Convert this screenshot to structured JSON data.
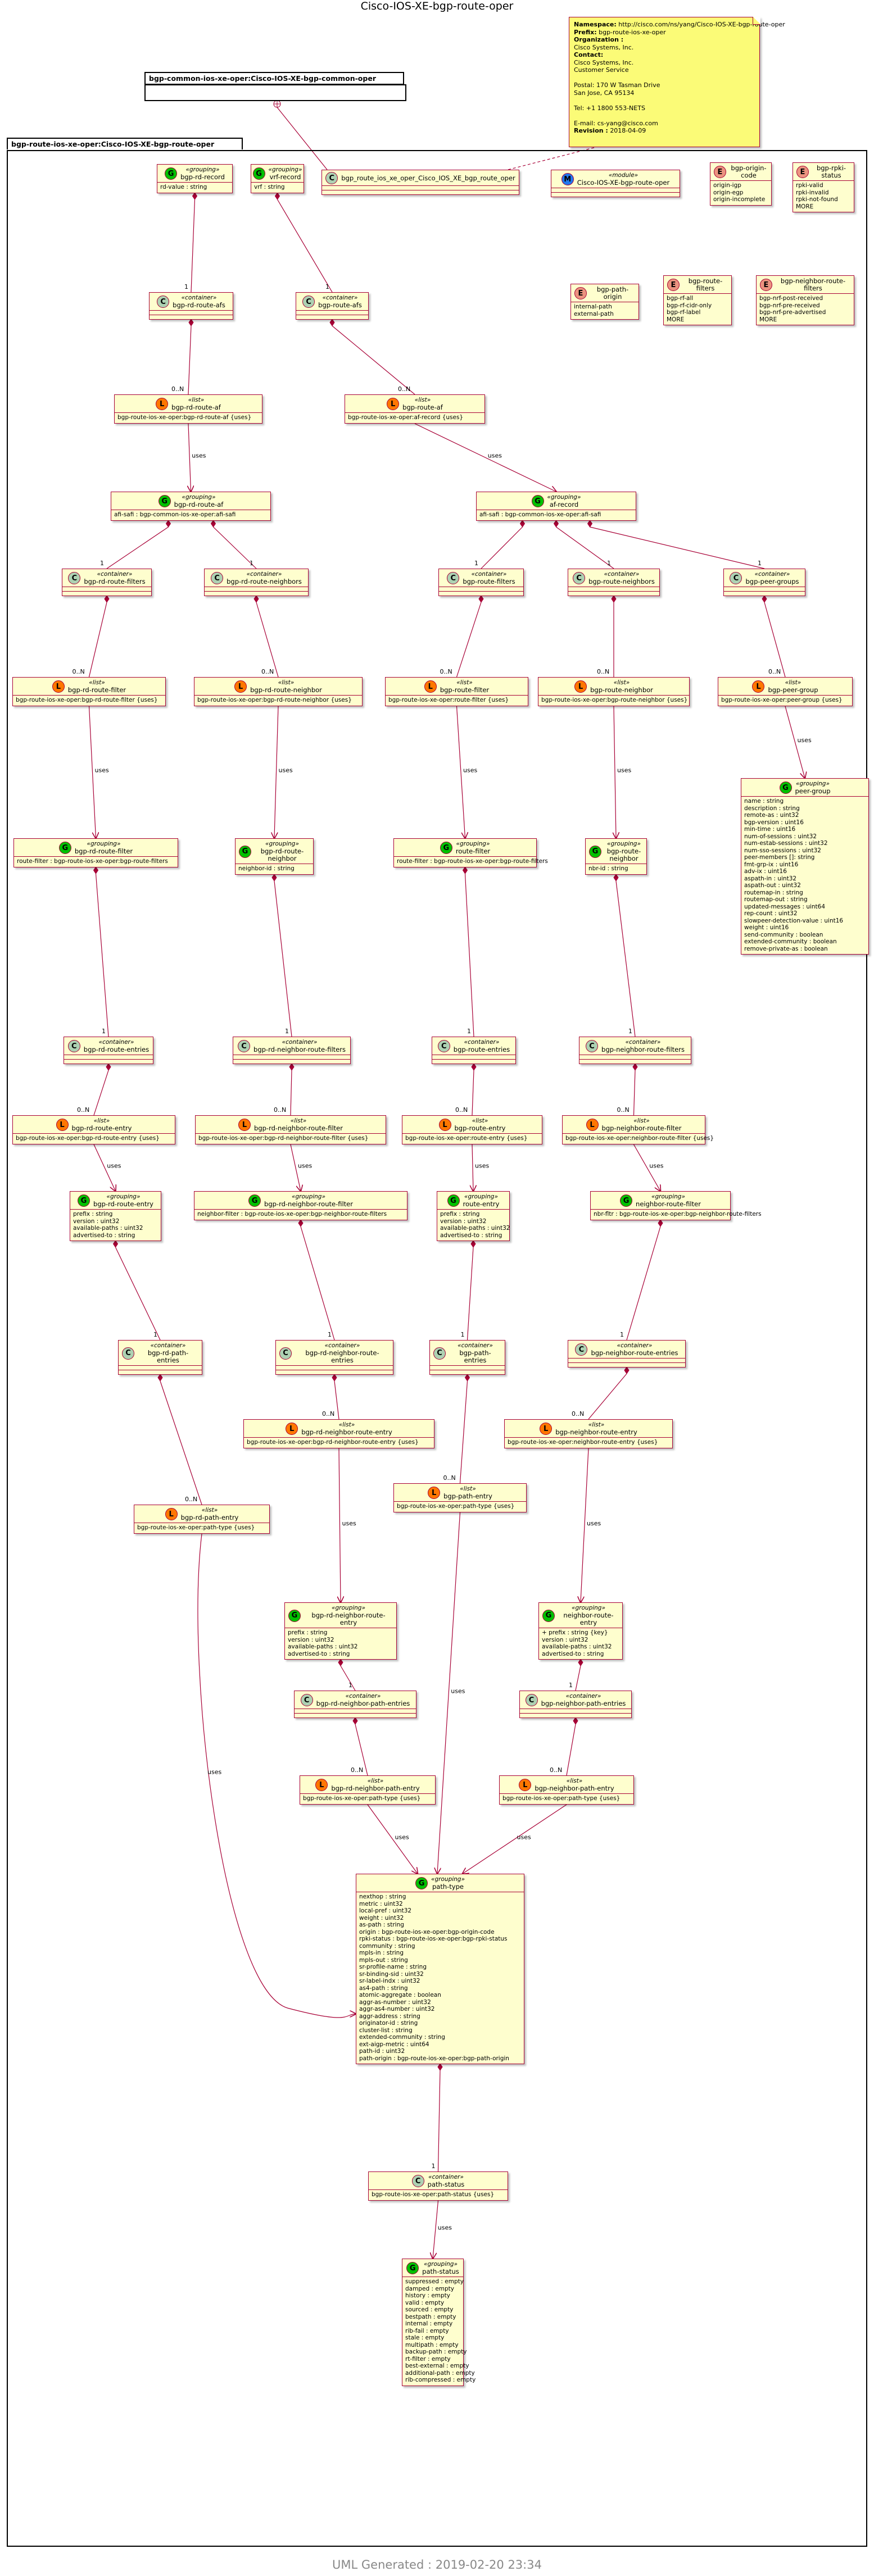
{
  "title": "Cisco-IOS-XE-bgp-route-oper",
  "footer": "UML Generated : 2019-02-20 23:34",
  "packages": {
    "common": "bgp-common-ios-xe-oper:Cisco-IOS-XE-bgp-common-oper",
    "main": "bgp-route-ios-xe-oper:Cisco-IOS-XE-bgp-route-oper"
  },
  "note": {
    "namespace_label": "Namespace:",
    "namespace": "http://cisco.com/ns/yang/Cisco-IOS-XE-bgp-route-oper",
    "prefix_label": "Prefix:",
    "prefix": "bgp-route-ios-xe-oper",
    "org_label": "Organization :",
    "lines": [
      "Cisco Systems, Inc."
    ],
    "contact_label": "Contact:",
    "contact_lines": [
      "Cisco Systems, Inc.",
      "Customer Service",
      "",
      "Postal: 170 W Tasman Drive",
      "San Jose, CA 95134",
      "",
      "Tel: +1 1800 553-NETS",
      "",
      "E-mail: cs-yang@cisco.com"
    ],
    "revision_label": "Revision :",
    "revision": "2018-04-09"
  },
  "nodes": {
    "bgp_rd_record": {
      "kind": "G",
      "stereo": "«grouping»",
      "name": "bgp-rd-record",
      "attrs": [
        "rd-value : string"
      ]
    },
    "vrf_record": {
      "kind": "G",
      "stereo": "«grouping»",
      "name": "vrf-record",
      "attrs": [
        "vrf : string"
      ]
    },
    "root_class": {
      "kind": "C",
      "name": "bgp_route_ios_xe_oper_Cisco_IOS_XE_bgp_route_oper"
    },
    "module": {
      "kind": "M",
      "stereo": "«module»",
      "name": "Cisco-IOS-XE-bgp-route-oper"
    },
    "origin_code": {
      "kind": "E",
      "name": "bgp-origin-code",
      "attrs": [
        "origin-igp",
        "origin-egp",
        "origin-incomplete"
      ]
    },
    "rpki_status": {
      "kind": "E",
      "name": "bgp-rpki-status",
      "attrs": [
        "rpki-valid",
        "rpki-invalid",
        "rpki-not-found",
        "MORE"
      ]
    },
    "path_origin": {
      "kind": "E",
      "name": "bgp-path-origin",
      "attrs": [
        "internal-path",
        "external-path"
      ]
    },
    "route_filters": {
      "kind": "E",
      "name": "bgp-route-filters",
      "attrs": [
        "bgp-rf-all",
        "bgp-rf-cidr-only",
        "bgp-rf-label",
        "MORE"
      ]
    },
    "neighbor_route_filters": {
      "kind": "E",
      "name": "bgp-neighbor-route-filters",
      "attrs": [
        "bgp-nrf-post-received",
        "bgp-nrf-pre-received",
        "bgp-nrf-pre-advertised",
        "MORE"
      ]
    },
    "bgp_rd_route_afs": {
      "kind": "C",
      "stereo": "«container»",
      "name": "bgp-rd-route-afs"
    },
    "bgp_route_afs": {
      "kind": "C",
      "stereo": "«container»",
      "name": "bgp-route-afs"
    },
    "bgp_rd_route_af_list": {
      "kind": "L",
      "stereo": "«list»",
      "name": "bgp-rd-route-af",
      "attrs": [
        "bgp-route-ios-xe-oper:bgp-rd-route-af {uses}"
      ]
    },
    "bgp_route_af_list": {
      "kind": "L",
      "stereo": "«list»",
      "name": "bgp-route-af",
      "attrs": [
        "bgp-route-ios-xe-oper:af-record {uses}"
      ]
    },
    "bgp_rd_route_af_grp": {
      "kind": "G",
      "stereo": "«grouping»",
      "name": "bgp-rd-route-af",
      "attrs": [
        "afi-safi : bgp-common-ios-xe-oper:afi-safi"
      ]
    },
    "af_record": {
      "kind": "G",
      "stereo": "«grouping»",
      "name": "af-record",
      "attrs": [
        "afi-safi : bgp-common-ios-xe-oper:afi-safi"
      ]
    },
    "bgp_rd_route_filters": {
      "kind": "C",
      "stereo": "«container»",
      "name": "bgp-rd-route-filters"
    },
    "bgp_rd_route_neighbors": {
      "kind": "C",
      "stereo": "«container»",
      "name": "bgp-rd-route-neighbors"
    },
    "bgp_route_filters": {
      "kind": "C",
      "stereo": "«container»",
      "name": "bgp-route-filters"
    },
    "bgp_route_neighbors": {
      "kind": "C",
      "stereo": "«container»",
      "name": "bgp-route-neighbors"
    },
    "bgp_peer_groups": {
      "kind": "C",
      "stereo": "«container»",
      "name": "bgp-peer-groups"
    },
    "bgp_rd_route_filter_list": {
      "kind": "L",
      "stereo": "«list»",
      "name": "bgp-rd-route-filter",
      "attrs": [
        "bgp-route-ios-xe-oper:bgp-rd-route-filter {uses}"
      ]
    },
    "bgp_rd_route_neighbor_list": {
      "kind": "L",
      "stereo": "«list»",
      "name": "bgp-rd-route-neighbor",
      "attrs": [
        "bgp-route-ios-xe-oper:bgp-rd-route-neighbor {uses}"
      ]
    },
    "bgp_route_filter_list": {
      "kind": "L",
      "stereo": "«list»",
      "name": "bgp-route-filter",
      "attrs": [
        "bgp-route-ios-xe-oper:route-filter {uses}"
      ]
    },
    "bgp_route_neighbor_list": {
      "kind": "L",
      "stereo": "«list»",
      "name": "bgp-route-neighbor",
      "attrs": [
        "bgp-route-ios-xe-oper:bgp-route-neighbor {uses}"
      ]
    },
    "bgp_peer_group_list": {
      "kind": "L",
      "stereo": "«list»",
      "name": "bgp-peer-group",
      "attrs": [
        "bgp-route-ios-xe-oper:peer-group {uses}"
      ]
    },
    "peer_group": {
      "kind": "G",
      "stereo": "«grouping»",
      "name": "peer-group",
      "attrs": [
        "name : string",
        "description : string",
        "remote-as : uint32",
        "bgp-version : uint16",
        "min-time : uint16",
        "num-of-sessions : uint32",
        "num-estab-sessions : uint32",
        "num-sso-sessions : uint32",
        "peer-members []: string",
        "fmt-grp-ix : uint16",
        "adv-ix : uint16",
        "aspath-in : uint32",
        "aspath-out : uint32",
        "routemap-in : string",
        "routemap-out : string",
        "updated-messages : uint64",
        "rep-count : uint32",
        "slowpeer-detection-value : uint16",
        "weight : uint16",
        "send-community : boolean",
        "extended-community : boolean",
        "remove-private-as : boolean"
      ]
    },
    "bgp_rd_route_filter_grp": {
      "kind": "G",
      "stereo": "«grouping»",
      "name": "bgp-rd-route-filter",
      "attrs": [
        "route-filter : bgp-route-ios-xe-oper:bgp-route-filters"
      ]
    },
    "bgp_rd_route_neighbor_grp": {
      "kind": "G",
      "stereo": "«grouping»",
      "name": "bgp-rd-route-neighbor",
      "attrs": [
        "neighbor-id : string"
      ]
    },
    "route_filter_grp": {
      "kind": "G",
      "stereo": "«grouping»",
      "name": "route-filter",
      "attrs": [
        "route-filter : bgp-route-ios-xe-oper:bgp-route-filters"
      ]
    },
    "bgp_route_neighbor_grp": {
      "kind": "G",
      "stereo": "«grouping»",
      "name": "bgp-route-neighbor",
      "attrs": [
        "nbr-id : string"
      ]
    },
    "bgp_rd_route_entries": {
      "kind": "C",
      "stereo": "«container»",
      "name": "bgp-rd-route-entries"
    },
    "bgp_rd_neighbor_route_filters": {
      "kind": "C",
      "stereo": "«container»",
      "name": "bgp-rd-neighbor-route-filters"
    },
    "bgp_route_entries": {
      "kind": "C",
      "stereo": "«container»",
      "name": "bgp-route-entries"
    },
    "bgp_neighbor_route_filters": {
      "kind": "C",
      "stereo": "«container»",
      "name": "bgp-neighbor-route-filters"
    },
    "bgp_rd_route_entry_list": {
      "kind": "L",
      "stereo": "«list»",
      "name": "bgp-rd-route-entry",
      "attrs": [
        "bgp-route-ios-xe-oper:bgp-rd-route-entry {uses}"
      ]
    },
    "bgp_rd_neighbor_route_filter_list": {
      "kind": "L",
      "stereo": "«list»",
      "name": "bgp-rd-neighbor-route-filter",
      "attrs": [
        "bgp-route-ios-xe-oper:bgp-rd-neighbor-route-filter {uses}"
      ]
    },
    "bgp_route_entry_list": {
      "kind": "L",
      "stereo": "«list»",
      "name": "bgp-route-entry",
      "attrs": [
        "bgp-route-ios-xe-oper:route-entry {uses}"
      ]
    },
    "bgp_neighbor_route_filter_list": {
      "kind": "L",
      "stereo": "«list»",
      "name": "bgp-neighbor-route-filter",
      "attrs": [
        "bgp-route-ios-xe-oper:neighbor-route-filter {uses}"
      ]
    },
    "bgp_rd_route_entry_grp": {
      "kind": "G",
      "stereo": "«grouping»",
      "name": "bgp-rd-route-entry",
      "attrs": [
        "prefix : string",
        "version : uint32",
        "available-paths : uint32",
        "advertised-to : string"
      ]
    },
    "bgp_rd_neighbor_route_filter_grp": {
      "kind": "G",
      "stereo": "«grouping»",
      "name": "bgp-rd-neighbor-route-filter",
      "attrs": [
        "neighbor-filter : bgp-route-ios-xe-oper:bgp-neighbor-route-filters"
      ]
    },
    "route_entry_grp": {
      "kind": "G",
      "stereo": "«grouping»",
      "name": "route-entry",
      "attrs": [
        "prefix : string",
        "version : uint32",
        "available-paths : uint32",
        "advertised-to : string"
      ]
    },
    "neighbor_route_filter_grp": {
      "kind": "G",
      "stereo": "«grouping»",
      "name": "neighbor-route-filter",
      "attrs": [
        "nbr-fltr : bgp-route-ios-xe-oper:bgp-neighbor-route-filters"
      ]
    },
    "bgp_rd_path_entries": {
      "kind": "C",
      "stereo": "«container»",
      "name": "bgp-rd-path-entries"
    },
    "bgp_rd_neighbor_route_entries": {
      "kind": "C",
      "stereo": "«container»",
      "name": "bgp-rd-neighbor-route-entries"
    },
    "bgp_path_entries": {
      "kind": "C",
      "stereo": "«container»",
      "name": "bgp-path-entries"
    },
    "bgp_neighbor_route_entries": {
      "kind": "C",
      "stereo": "«container»",
      "name": "bgp-neighbor-route-entries"
    },
    "bgp_rd_neighbor_route_entry_list": {
      "kind": "L",
      "stereo": "«list»",
      "name": "bgp-rd-neighbor-route-entry",
      "attrs": [
        "bgp-route-ios-xe-oper:bgp-rd-neighbor-route-entry {uses}"
      ]
    },
    "bgp_neighbor_route_entry_list": {
      "kind": "L",
      "stereo": "«list»",
      "name": "bgp-neighbor-route-entry",
      "attrs": [
        "bgp-route-ios-xe-oper:neighbor-route-entry {uses}"
      ]
    },
    "bgp_path_entry_list": {
      "kind": "L",
      "stereo": "«list»",
      "name": "bgp-path-entry",
      "attrs": [
        "bgp-route-ios-xe-oper:path-type {uses}"
      ]
    },
    "bgp_rd_path_entry_list": {
      "kind": "L",
      "stereo": "«list»",
      "name": "bgp-rd-path-entry",
      "attrs": [
        "bgp-route-ios-xe-oper:path-type {uses}"
      ]
    },
    "bgp_rd_neighbor_route_entry_grp": {
      "kind": "G",
      "stereo": "«grouping»",
      "name": "bgp-rd-neighbor-route-entry",
      "attrs": [
        "prefix : string",
        "version : uint32",
        "available-paths : uint32",
        "advertised-to : string"
      ]
    },
    "neighbor_route_entry_grp": {
      "kind": "G",
      "stereo": "«grouping»",
      "name": "neighbor-route-entry",
      "attrs": [
        "+ prefix : string {key}",
        "version : uint32",
        "available-paths : uint32",
        "advertised-to : string"
      ]
    },
    "bgp_rd_neighbor_path_entries": {
      "kind": "C",
      "stereo": "«container»",
      "name": "bgp-rd-neighbor-path-entries"
    },
    "bgp_neighbor_path_entries": {
      "kind": "C",
      "stereo": "«container»",
      "name": "bgp-neighbor-path-entries"
    },
    "bgp_rd_neighbor_path_entry_list": {
      "kind": "L",
      "stereo": "«list»",
      "name": "bgp-rd-neighbor-path-entry",
      "attrs": [
        "bgp-route-ios-xe-oper:path-type {uses}"
      ]
    },
    "bgp_neighbor_path_entry_list": {
      "kind": "L",
      "stereo": "«list»",
      "name": "bgp-neighbor-path-entry",
      "attrs": [
        "bgp-route-ios-xe-oper:path-type {uses}"
      ]
    },
    "path_type": {
      "kind": "G",
      "stereo": "«grouping»",
      "name": "path-type",
      "attrs": [
        "nexthop : string",
        "metric : uint32",
        "local-pref : uint32",
        "weight : uint32",
        "as-path : string",
        "origin : bgp-route-ios-xe-oper:bgp-origin-code",
        "rpki-status : bgp-route-ios-xe-oper:bgp-rpki-status",
        "community : string",
        "mpls-in : string",
        "mpls-out : string",
        "sr-profile-name : string",
        "sr-binding-sid : uint32",
        "sr-label-indx : uint32",
        "as4-path : string",
        "atomic-aggregate : boolean",
        "aggr-as-number : uint32",
        "aggr-as4-number : uint32",
        "aggr-address : string",
        "originator-id : string",
        "cluster-list : string",
        "extended-community : string",
        "ext-aigp-metric : uint64",
        "path-id : uint32",
        "path-origin : bgp-route-ios-xe-oper:bgp-path-origin"
      ]
    },
    "path_status_container": {
      "kind": "C",
      "stereo": "«container»",
      "name": "path-status",
      "attrs": [
        "bgp-route-ios-xe-oper:path-status {uses}"
      ]
    },
    "path_status_grp": {
      "kind": "G",
      "stereo": "«grouping»",
      "name": "path-status",
      "attrs": [
        "suppressed : empty",
        "damped : empty",
        "history : empty",
        "valid : empty",
        "sourced : empty",
        "bestpath : empty",
        "internal : empty",
        "rib-fail : empty",
        "stale : empty",
        "multipath : empty",
        "backup-path : empty",
        "rt-filter : empty",
        "best-external : empty",
        "additional-path : empty",
        "rib-compressed : empty"
      ]
    }
  },
  "edge_labels": {
    "uses": "uses",
    "one": "1",
    "many": "0..N"
  }
}
